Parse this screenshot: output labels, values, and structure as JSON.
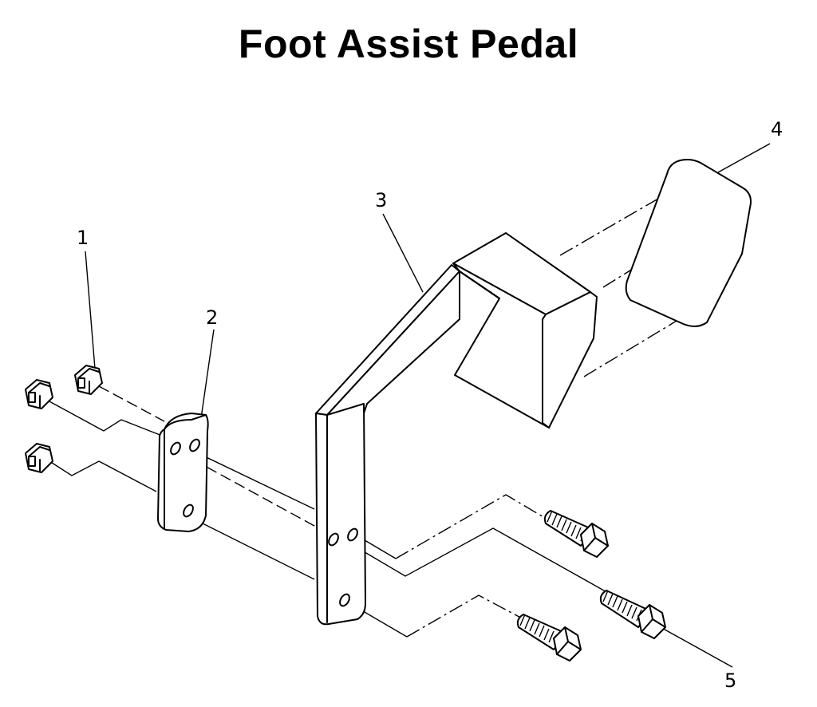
{
  "title": "Foot Assist Pedal",
  "callouts": [
    "1",
    "2",
    "3",
    "4",
    "5"
  ]
}
